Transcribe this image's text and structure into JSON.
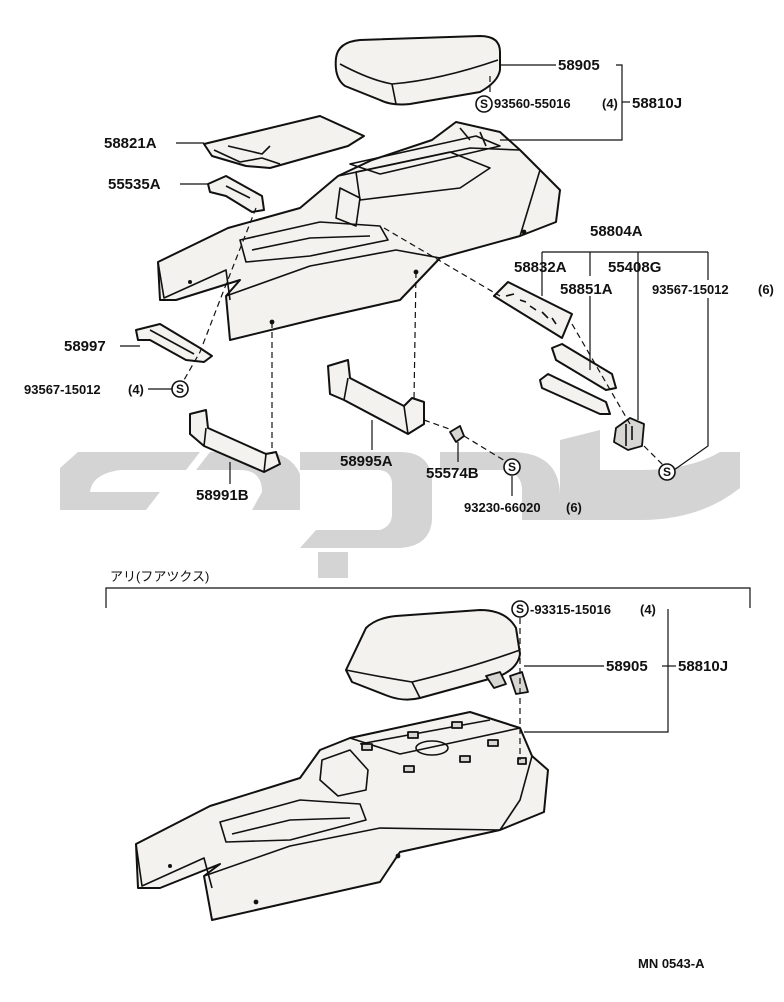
{
  "diagram": {
    "top_labels": {
      "p58905": "58905",
      "p93560": "93560-55016",
      "p93560_qty": "(4)",
      "p58810J": "58810J",
      "p58821A": "58821A",
      "p55535A": "55535A",
      "p58804A": "58804A",
      "p58832A": "58832A",
      "p55408G": "55408G",
      "p58851A": "58851A",
      "p93567r": "93567-15012",
      "p93567r_qty": "(6)",
      "p58997": "58997",
      "p93567l": "93567-15012",
      "p93567l_qty": "(4)",
      "p58995A": "58995A",
      "p55574B": "55574B",
      "p58991B": "58991B",
      "p93230": "93230-66020",
      "p93230_qty": "(6)"
    },
    "screw_symbol": "S",
    "variant_header": "アリ(フアツクス)",
    "bottom_labels": {
      "p93315": "-93315-15016",
      "p93315_qty": "(4)",
      "p58905b": "58905",
      "p58810Jb": "58810J"
    },
    "drawing_code": "MN 0543-A"
  }
}
